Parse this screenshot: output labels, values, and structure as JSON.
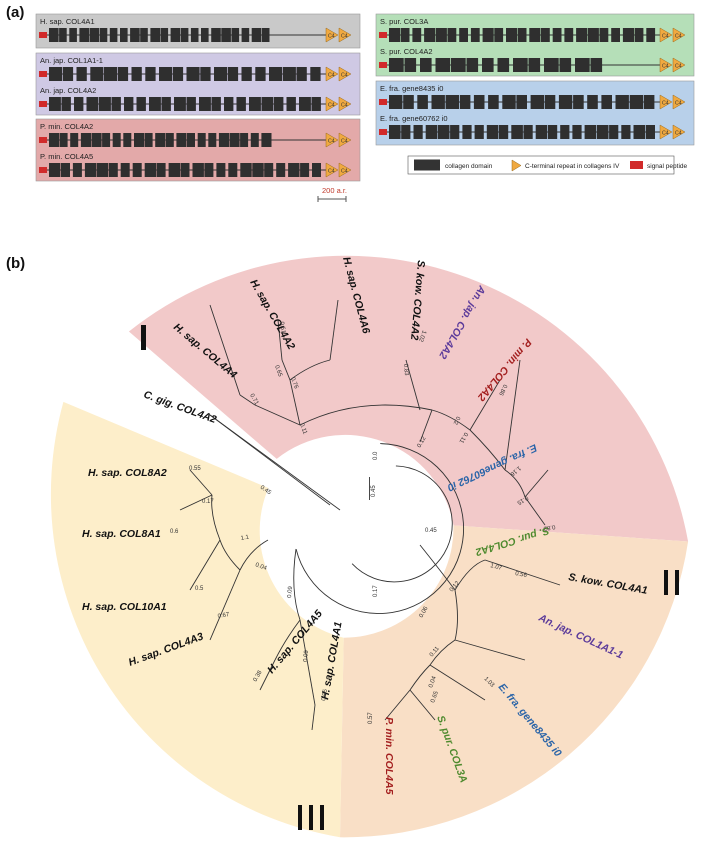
{
  "panel_a": {
    "label": "(a)",
    "groups": [
      {
        "id": "grey",
        "color": "#c9c9c9",
        "genes": [
          {
            "name": "H. sap. COL4A1",
            "n_blocks": 22,
            "tail_gap": true,
            "n_c4": 2
          }
        ]
      },
      {
        "id": "purple",
        "color": "#cfc9e4",
        "genes": [
          {
            "name": "An. jap. COL1A1-1",
            "n_blocks": 20,
            "tail_gap": false,
            "n_c4": 2
          },
          {
            "name": "An. jap. COL4A2",
            "n_blocks": 22,
            "tail_gap": false,
            "n_c4": 2
          }
        ]
      },
      {
        "id": "red",
        "color": "#e3a9a9",
        "genes": [
          {
            "name": "P. min. COL4A2",
            "n_blocks": 21,
            "tail_gap": true,
            "n_c4": 2
          },
          {
            "name": "P. min. COL4A5",
            "n_blocks": 23,
            "tail_gap": false,
            "n_c4": 2
          }
        ]
      },
      {
        "id": "green",
        "color": "#b5dfb8",
        "genes": [
          {
            "name": "S. pur. COL3A",
            "n_blocks": 23,
            "tail_gap": false,
            "n_c4": 2
          },
          {
            "name": "S. pur. COL4A2",
            "n_blocks": 14,
            "tail_gap": true,
            "n_c4": 2
          }
        ]
      },
      {
        "id": "blue",
        "color": "#b8d0ea",
        "genes": [
          {
            "name": "E. fra. gene8435 i0",
            "n_blocks": 19,
            "tail_gap": false,
            "n_c4": 2
          },
          {
            "name": "E. fra. gene60762 i0",
            "n_blocks": 22,
            "tail_gap": false,
            "n_c4": 2
          }
        ]
      }
    ],
    "c4_label": "C4",
    "legend": {
      "collagen": "collagen domain",
      "c4": "C-terminal repeat in collagens IV",
      "signal": "signal peptide"
    },
    "scale_label": "200 a.r."
  },
  "panel_b": {
    "label": "(b)",
    "clades": [
      {
        "id": "I",
        "label": "I",
        "color": "#f2c9c9"
      },
      {
        "id": "II",
        "label": "II",
        "color": "#f9dfc6"
      },
      {
        "id": "III",
        "label": "III",
        "color": "#fdeeca"
      }
    ],
    "leaves": [
      {
        "id": "hs4a4",
        "text": "H. sap. COL4A4",
        "color": "#111111"
      },
      {
        "id": "hs4a2",
        "text": "H. sap. COL4A2",
        "color": "#111111"
      },
      {
        "id": "hs4a6",
        "text": "H. sap. COL4A6",
        "color": "#111111"
      },
      {
        "id": "sk4a2",
        "text": "S. kow. COL4A2",
        "color": "#111111"
      },
      {
        "id": "aj4a2",
        "text": "An. jap. COL4A2",
        "color": "#5b3a9a"
      },
      {
        "id": "pm4a2",
        "text": "P. min. COL4A2",
        "color": "#a31e1e"
      },
      {
        "id": "ef60762",
        "text": "E. fra. gene60762 i0",
        "color": "#2a64a8"
      },
      {
        "id": "sp4a2",
        "text": "S. pur. COL4A2",
        "color": "#4e8a2e"
      },
      {
        "id": "sk4a1",
        "text": "S. kow. COL4A1",
        "color": "#111111"
      },
      {
        "id": "ajcol1a1",
        "text": "An. jap. COL1A1-1",
        "color": "#5b3a9a"
      },
      {
        "id": "ef8435",
        "text": "E. fra. gene8435 i0",
        "color": "#2a64a8"
      },
      {
        "id": "sp3a",
        "text": "S. pur. COL3A",
        "color": "#4e8a2e"
      },
      {
        "id": "pm4a5",
        "text": "P. min. COL4A5",
        "color": "#a31e1e"
      },
      {
        "id": "hs4a1",
        "text": "H. sap. COL4A1",
        "color": "#111111"
      },
      {
        "id": "hs4a5",
        "text": "H. sap. COL4A5",
        "color": "#111111"
      },
      {
        "id": "hs4a3",
        "text": "H. sap. COL4A3",
        "color": "#111111"
      },
      {
        "id": "hs10a1",
        "text": "H. sap. COL10A1",
        "color": "#111111"
      },
      {
        "id": "hs8a1",
        "text": "H. sap. COL8A1",
        "color": "#111111"
      },
      {
        "id": "hs8a2",
        "text": "H. sap. COL8A2",
        "color": "#111111"
      },
      {
        "id": "cg4a2",
        "text": "C. gig. COL4A2",
        "color": "#111111"
      }
    ],
    "branch_labels": [
      "0.71",
      "0.65",
      "0.51",
      "0.76",
      "0.11",
      "0.83",
      "1.02",
      "0.86",
      "0.11",
      "0.2",
      "1.16",
      "0.15",
      "0.82",
      "0.12",
      "0.0",
      "0.45",
      "0.45",
      "0.56",
      "0.12",
      "1.07",
      "0.06",
      "1.03",
      "0.11",
      "0.04",
      "0.65",
      "0.57",
      "0.17",
      "0.09",
      "0.95",
      "0.38",
      "0.09",
      "0.67",
      "0.04",
      "1.1",
      "0.5",
      "0.6",
      "0.17",
      "0.55",
      "0.45"
    ]
  }
}
